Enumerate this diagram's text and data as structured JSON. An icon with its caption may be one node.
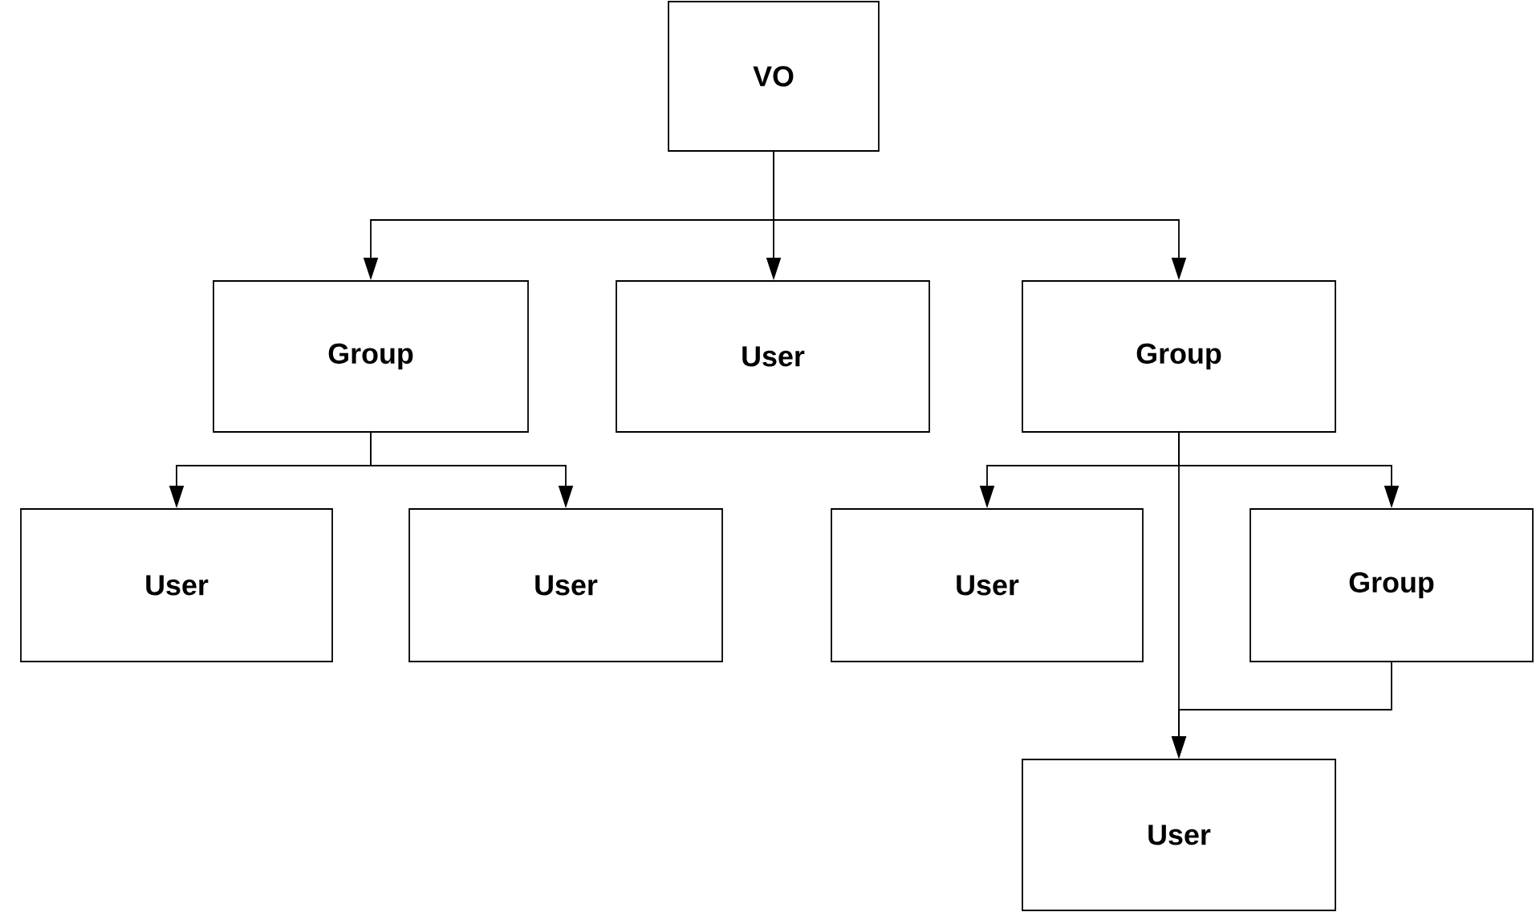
{
  "diagram": {
    "nodes": [
      {
        "text": [
          "VO"
        ]
      },
      {
        "text": [
          "Group"
        ]
      },
      {
        "text": [
          "User"
        ]
      },
      {
        "text": [
          "Group"
        ]
      },
      {
        "text": [
          "User"
        ]
      },
      {
        "text": [
          "User"
        ]
      },
      {
        "text": [
          "User"
        ]
      },
      {
        "text": [
          "Group"
        ]
      },
      {
        "text": [
          "User"
        ]
      }
    ],
    "edges": [
      {
        "from": 0,
        "to": 1,
        "arrow": "to"
      },
      {
        "from": 0,
        "to": 2,
        "arrow": "to"
      },
      {
        "from": 0,
        "to": 3,
        "arrow": "to"
      },
      {
        "from": 1,
        "to": 4,
        "arrow": "to"
      },
      {
        "from": 1,
        "to": 5,
        "arrow": "to"
      },
      {
        "from": 3,
        "to": 6,
        "arrow": "to"
      },
      {
        "from": 3,
        "to": 7,
        "arrow": "to"
      },
      {
        "from": 3,
        "to": 8,
        "arrow": "to"
      },
      {
        "from": 7,
        "to": 8,
        "arrow": "to"
      }
    ]
  }
}
